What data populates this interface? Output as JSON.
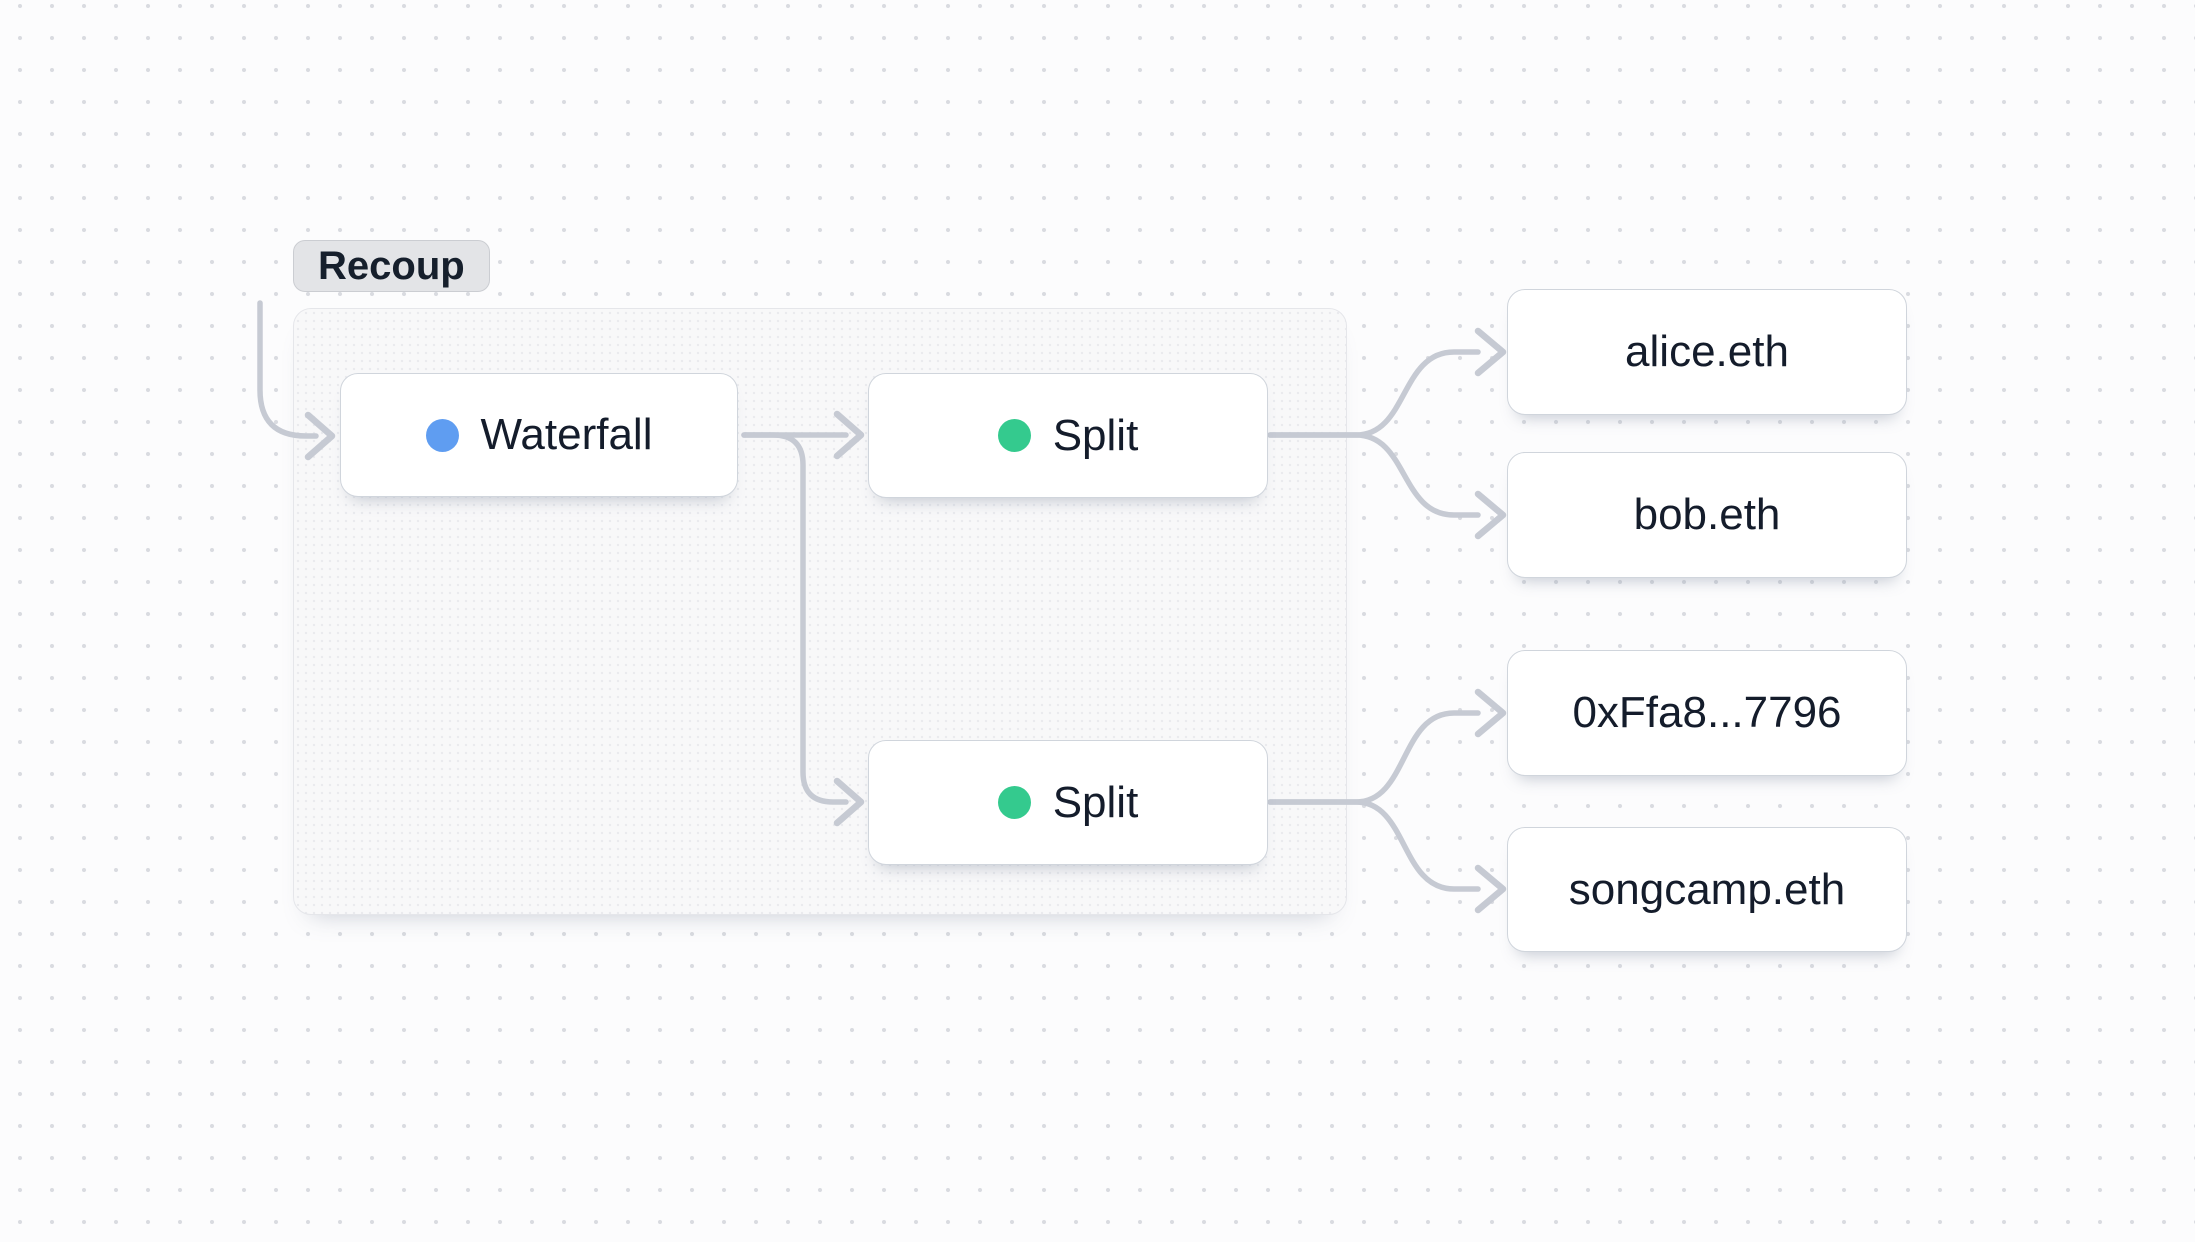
{
  "colors": {
    "background": "#fcfcfd",
    "background_dot": "#d9dbe0",
    "group_background": "#f8f8f9",
    "group_border": "#e5e6ea",
    "node_background": "#ffffff",
    "node_border": "#d0d5dc",
    "text": "#141c2b",
    "edge": "#c6cad3",
    "badge_background": "#e3e4e7",
    "waterfall_dot": "#5f9df1",
    "split_dot": "#34ca8e"
  },
  "group": {
    "badge_label": "Recoup"
  },
  "nodes": {
    "waterfall": {
      "label": "Waterfall",
      "type": "waterfall"
    },
    "split_top": {
      "label": "Split",
      "type": "split"
    },
    "split_bottom": {
      "label": "Split",
      "type": "split"
    },
    "alice": {
      "label": "alice.eth",
      "type": "recipient"
    },
    "bob": {
      "label": "bob.eth",
      "type": "recipient"
    },
    "hex_address": {
      "label": "0xFfa8...7796",
      "type": "recipient"
    },
    "songcamp": {
      "label": "songcamp.eth",
      "type": "recipient"
    }
  },
  "edges": [
    {
      "from": "external",
      "to": "waterfall"
    },
    {
      "from": "waterfall",
      "to": "split_top"
    },
    {
      "from": "waterfall",
      "to": "split_bottom"
    },
    {
      "from": "split_top",
      "to": "alice"
    },
    {
      "from": "split_top",
      "to": "bob"
    },
    {
      "from": "split_bottom",
      "to": "hex_address"
    },
    {
      "from": "split_bottom",
      "to": "songcamp"
    }
  ]
}
